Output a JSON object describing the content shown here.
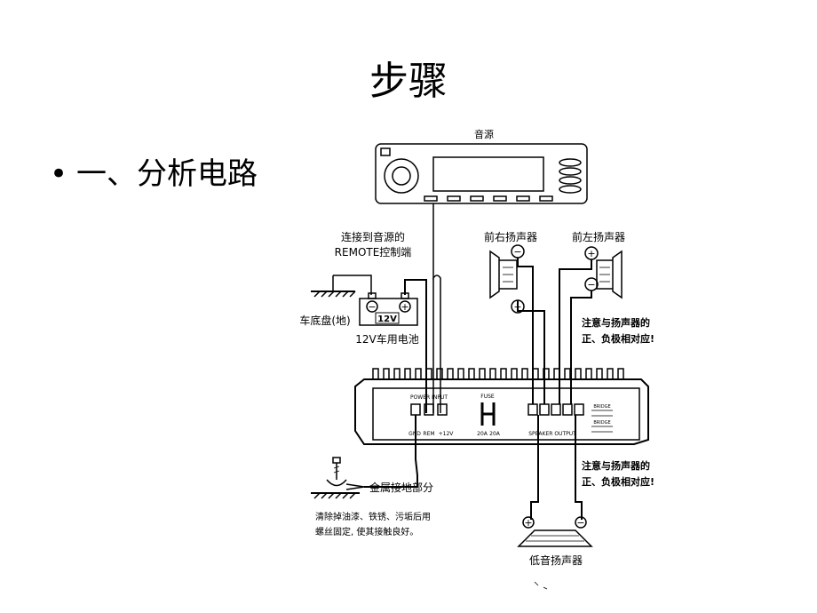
{
  "slide": {
    "title": "步骤",
    "bullet": "一、分析电路"
  },
  "diagram": {
    "head_unit_label": "音源",
    "remote_label_line1": "连接到音源的",
    "remote_label_line2": "REMOTE控制端",
    "chassis_label": "车底盘(地)",
    "battery_text": "12V",
    "battery_label": "12V车用电池",
    "power_input_label": "POWER INPUT",
    "terminal_gnd": "GND",
    "terminal_rem": "REM",
    "terminal_12v": "+12V",
    "fuse_label": "FUSE",
    "fuse_rating_1": "20A",
    "fuse_rating_2": "20A",
    "speaker_output_label": "SPEAKER OUTPUT",
    "bridge_label": "BRIDGE",
    "front_right_label": "前右扬声器",
    "front_left_label": "前左扬声器",
    "note1_line1": "注意与扬声器的",
    "note1_line2": "正、负极相对应!",
    "note2_line1": "注意与扬声器的",
    "note2_line2": "正、负极相对应!",
    "ground_label": "金属接地部分",
    "ground_note_line1": "清除掉油漆、铁锈、污垢后用",
    "ground_note_line2": "螺丝固定, 使其接触良好。",
    "subwoofer_label": "低音扬声器",
    "plus_sign": "+",
    "minus_sign": "−"
  }
}
